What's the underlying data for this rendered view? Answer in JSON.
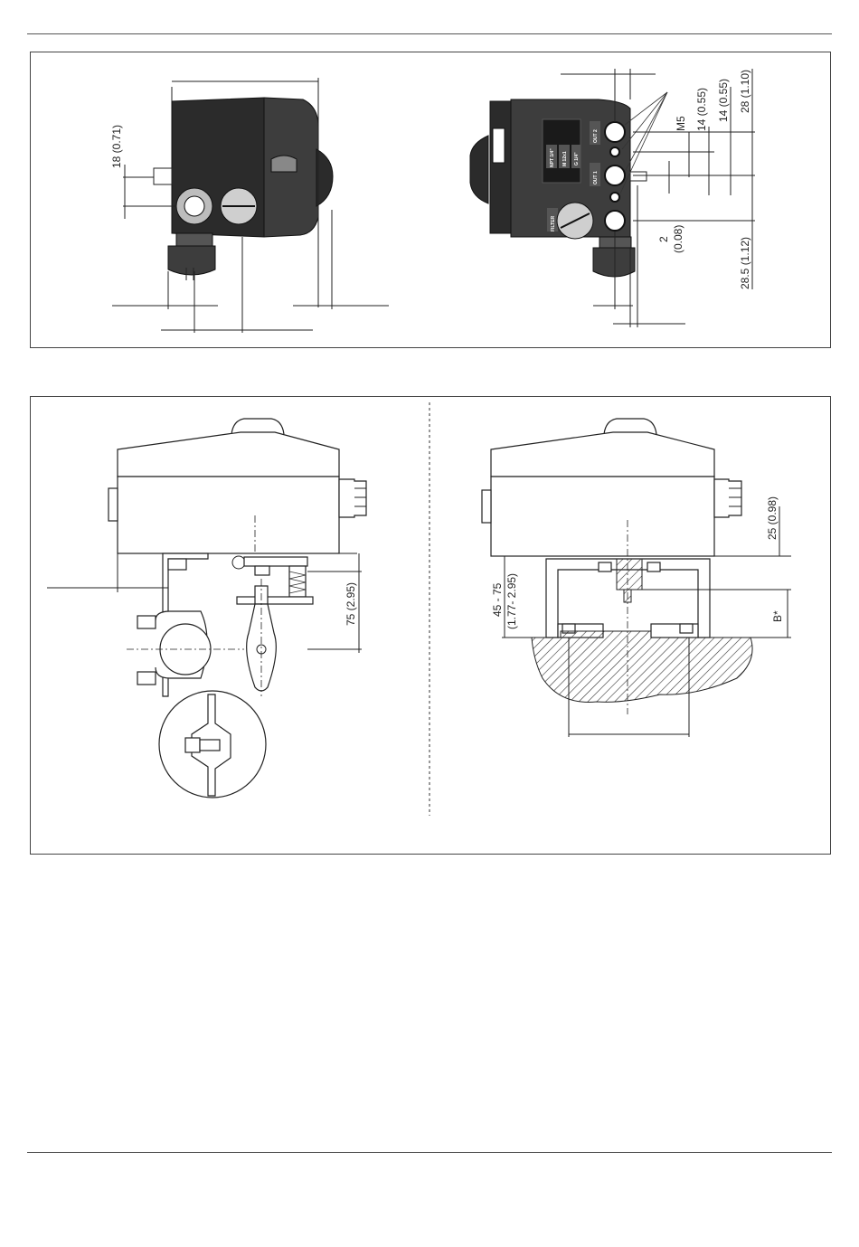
{
  "top_views": {
    "left_view": {
      "dimensions": [
        "18 (0.71)"
      ]
    },
    "right_view": {
      "port_labels": [
        "OUT 2",
        "NPT 1/4\"",
        "M 12x1",
        "G 1/4\"",
        "OUT 1",
        "FILTER"
      ],
      "dimensions": [
        "M5",
        "14 (0.55)",
        "14 (0.55)",
        "28 (1.10)",
        "2",
        "(0.08)",
        "28.5 (1.12)"
      ]
    }
  },
  "bottom_views": {
    "left_view": {
      "dimensions": [
        "75 (2.95)"
      ]
    },
    "right_view": {
      "dimensions": [
        "25 (0.98)",
        "45 - 75",
        "(1.77- 2.95)",
        "B*"
      ]
    }
  }
}
